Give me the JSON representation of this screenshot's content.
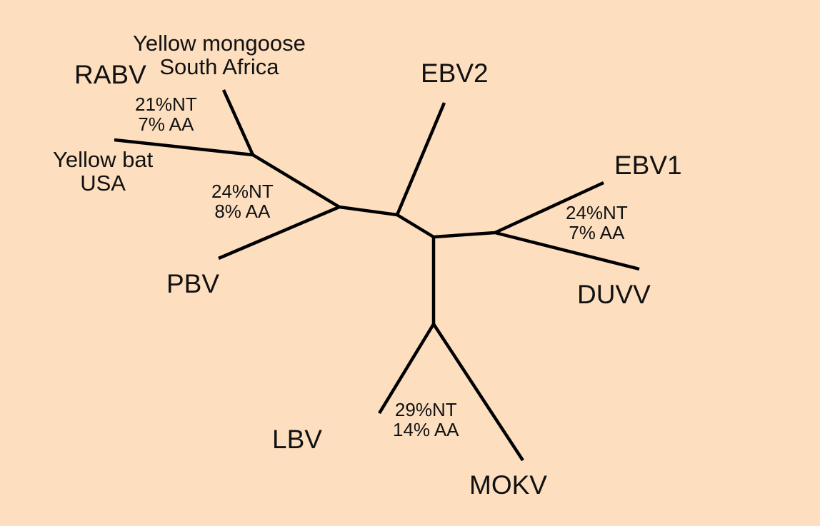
{
  "colors": {
    "background": "#FDDFC0",
    "branch": "#000000",
    "text": "#111111"
  },
  "taxa": {
    "rabv": "RABV",
    "mongoose": [
      "Yellow mongoose",
      "South Africa"
    ],
    "bat": [
      "Yellow bat",
      "USA"
    ],
    "pbv": "PBV",
    "ebv2": "EBV2",
    "ebv1": "EBV1",
    "duvv": "DUVV",
    "lbv": "LBV",
    "mokv": "MOKV"
  },
  "divergence": {
    "rabv": [
      "21%NT",
      "7% AA"
    ],
    "rabv_pbv": [
      "24%NT",
      "8% AA"
    ],
    "ebv1_duvv": [
      "24%NT",
      "7% AA"
    ],
    "lbv_mokv": [
      "29%NT",
      "14% AA"
    ]
  }
}
